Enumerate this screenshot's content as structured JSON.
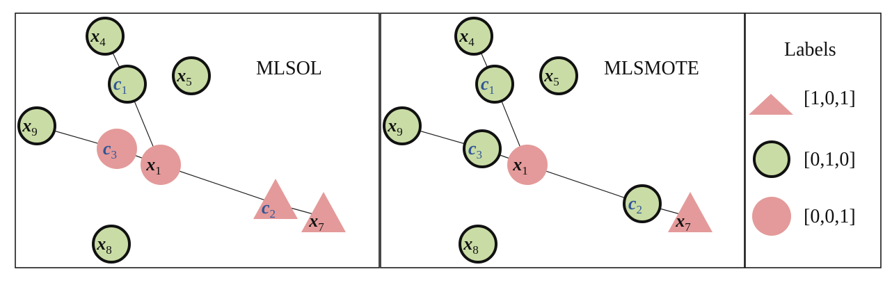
{
  "colors": {
    "green_fill": "#c9dca5",
    "green_stroke": "#111111",
    "pink_fill": "#e49a9a",
    "center_text": "#2f5597"
  },
  "panels": [
    {
      "title": "MLSOL",
      "nodes": [
        {
          "id": "x4",
          "base": "x",
          "sub": "4",
          "label_type": "[0,1,0]",
          "shape": "circle"
        },
        {
          "id": "c1",
          "base": "c",
          "sub": "1",
          "label_type": "[0,1,0]",
          "shape": "circle"
        },
        {
          "id": "x5",
          "base": "x",
          "sub": "5",
          "label_type": "[0,1,0]",
          "shape": "circle"
        },
        {
          "id": "x9",
          "base": "x",
          "sub": "9",
          "label_type": "[0,1,0]",
          "shape": "circle"
        },
        {
          "id": "c3",
          "base": "c",
          "sub": "3",
          "label_type": "[0,0,1]",
          "shape": "circle"
        },
        {
          "id": "x1",
          "base": "x",
          "sub": "1",
          "label_type": "[0,0,1]",
          "shape": "circle"
        },
        {
          "id": "c2",
          "base": "c",
          "sub": "2",
          "label_type": "[1,0,1]",
          "shape": "triangle"
        },
        {
          "id": "x7",
          "base": "x",
          "sub": "7",
          "label_type": "[1,0,1]",
          "shape": "triangle"
        },
        {
          "id": "x8",
          "base": "x",
          "sub": "8",
          "label_type": "[0,1,0]",
          "shape": "circle"
        }
      ],
      "edges": [
        [
          "x4",
          "c1"
        ],
        [
          "c1",
          "x1"
        ],
        [
          "x9",
          "c3"
        ],
        [
          "c3",
          "x1"
        ],
        [
          "x1",
          "c2"
        ],
        [
          "c2",
          "x7"
        ]
      ]
    },
    {
      "title": "MLSMOTE",
      "nodes": [
        {
          "id": "x4",
          "base": "x",
          "sub": "4",
          "label_type": "[0,1,0]",
          "shape": "circle"
        },
        {
          "id": "c1",
          "base": "c",
          "sub": "1",
          "label_type": "[0,1,0]",
          "shape": "circle"
        },
        {
          "id": "x5",
          "base": "x",
          "sub": "5",
          "label_type": "[0,1,0]",
          "shape": "circle"
        },
        {
          "id": "x9",
          "base": "x",
          "sub": "9",
          "label_type": "[0,1,0]",
          "shape": "circle"
        },
        {
          "id": "c3",
          "base": "c",
          "sub": "3",
          "label_type": "[0,1,0]",
          "shape": "circle"
        },
        {
          "id": "x1",
          "base": "x",
          "sub": "1",
          "label_type": "[0,0,1]",
          "shape": "circle"
        },
        {
          "id": "c2",
          "base": "c",
          "sub": "2",
          "label_type": "[0,1,0]",
          "shape": "circle"
        },
        {
          "id": "x7",
          "base": "x",
          "sub": "7",
          "label_type": "[1,0,1]",
          "shape": "triangle"
        },
        {
          "id": "x8",
          "base": "x",
          "sub": "8",
          "label_type": "[0,1,0]",
          "shape": "circle"
        }
      ],
      "edges": [
        [
          "x4",
          "c1"
        ],
        [
          "c1",
          "x1"
        ],
        [
          "x9",
          "c3"
        ],
        [
          "c3",
          "x1"
        ],
        [
          "x1",
          "c2"
        ],
        [
          "c2",
          "x7"
        ]
      ]
    }
  ],
  "legend": {
    "title": "Labels",
    "items": [
      {
        "shape": "triangle",
        "color": "pink",
        "label": "[1,0,1]"
      },
      {
        "shape": "circle",
        "color": "green",
        "label": "[0,1,0]"
      },
      {
        "shape": "circle",
        "color": "pink",
        "label": "[0,0,1]"
      }
    ]
  }
}
